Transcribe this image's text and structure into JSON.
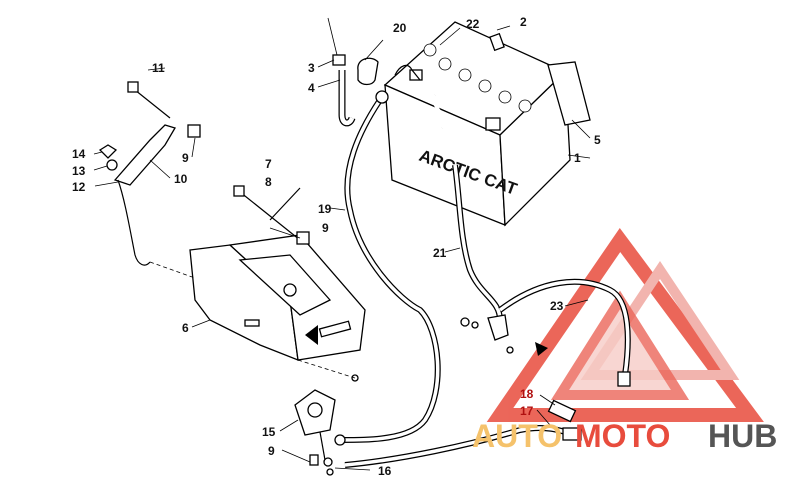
{
  "diagram": {
    "battery_brand": "ARCTIC CAT",
    "callouts": [
      {
        "id": "c1",
        "text": "1"
      },
      {
        "id": "c2",
        "text": "2"
      },
      {
        "id": "c3",
        "text": "3"
      },
      {
        "id": "c4",
        "text": "4"
      },
      {
        "id": "c5",
        "text": "5"
      },
      {
        "id": "c6",
        "text": "6"
      },
      {
        "id": "c7",
        "text": "7"
      },
      {
        "id": "c8",
        "text": "8"
      },
      {
        "id": "c9a",
        "text": "9"
      },
      {
        "id": "c9b",
        "text": "9"
      },
      {
        "id": "c9c",
        "text": "9"
      },
      {
        "id": "c10",
        "text": "10"
      },
      {
        "id": "c11",
        "text": "11"
      },
      {
        "id": "c12",
        "text": "12"
      },
      {
        "id": "c13",
        "text": "13"
      },
      {
        "id": "c14",
        "text": "14"
      },
      {
        "id": "c15",
        "text": "15"
      },
      {
        "id": "c16",
        "text": "16"
      },
      {
        "id": "c17",
        "text": "17"
      },
      {
        "id": "c18",
        "text": "18"
      },
      {
        "id": "c19",
        "text": "19"
      },
      {
        "id": "c20",
        "text": "20"
      },
      {
        "id": "c21",
        "text": "21"
      },
      {
        "id": "c22",
        "text": "22"
      },
      {
        "id": "c23",
        "text": "23"
      }
    ]
  },
  "watermark": {
    "part1": "AUTO",
    "part2": "MOTO",
    "part3": "HUB",
    "colors": {
      "auto": "#f5c26b",
      "moto": "#e84c3d",
      "hub": "#555555",
      "triangle": "#e84c3d"
    }
  }
}
